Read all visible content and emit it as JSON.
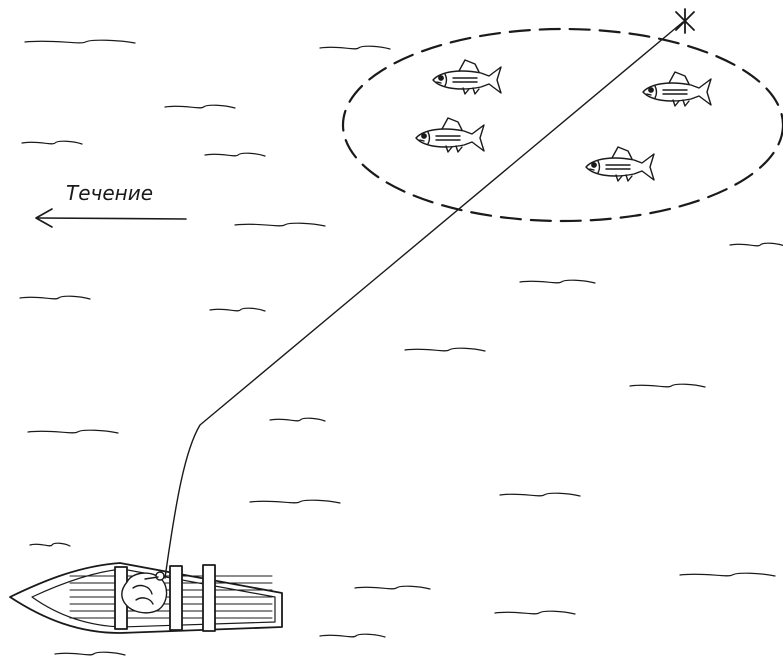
{
  "current": {
    "label": "Течение",
    "direction": "left"
  },
  "fish_school": {
    "fish_count": 4,
    "boundary_style": "dashed-ellipse"
  },
  "colors": {
    "ink": "#1a1a1a",
    "water": "#ffffff"
  },
  "icons": {
    "anchor_point": "asterisk-icon",
    "fish": "fish-icon",
    "boat": "rowboat-icon",
    "angler": "angler-icon"
  }
}
